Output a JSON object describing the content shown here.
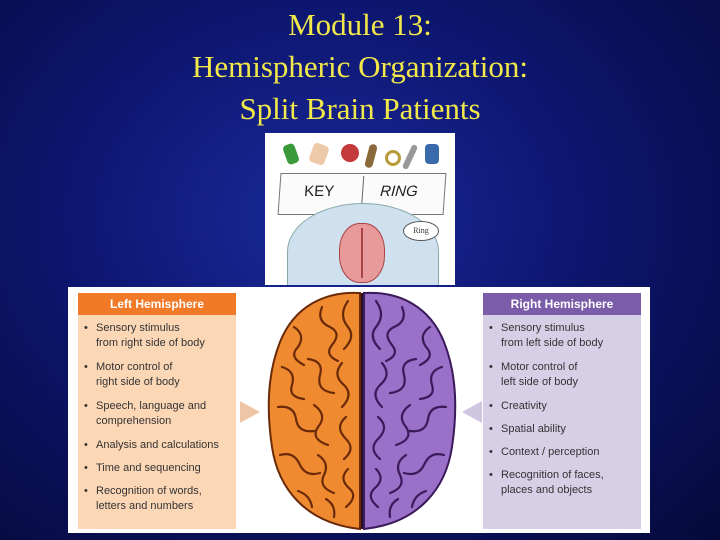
{
  "slide": {
    "title_lines": [
      "Module 13:",
      "Hemispheric Organization:",
      "Split Brain Patients"
    ]
  },
  "experiment": {
    "left_word": "KEY",
    "right_word": "RING",
    "speech_bubble": "Ring"
  },
  "left_hemisphere": {
    "header": "Left Hemisphere",
    "items": [
      "Sensory stimulus\nfrom right side of body",
      "Motor control of\nright side of body",
      "Speech, language and\ncomprehension",
      "Analysis and calculations",
      "Time and sequencing",
      "Recognition of words,\nletters and numbers"
    ]
  },
  "right_hemisphere": {
    "header": "Right Hemisphere",
    "items": [
      "Sensory stimulus\nfrom left side of body",
      "Motor control of\nleft side of body",
      "Creativity",
      "Spatial ability",
      "Context / perception",
      "Recognition of faces,\nplaces and objects"
    ]
  },
  "colors": {
    "title": "#f2e84a",
    "background": "#0d1670",
    "left_accent": "#f07a28",
    "right_accent": "#7a5ca8",
    "left_brain": "#f08a30",
    "right_brain": "#9a70c8"
  }
}
